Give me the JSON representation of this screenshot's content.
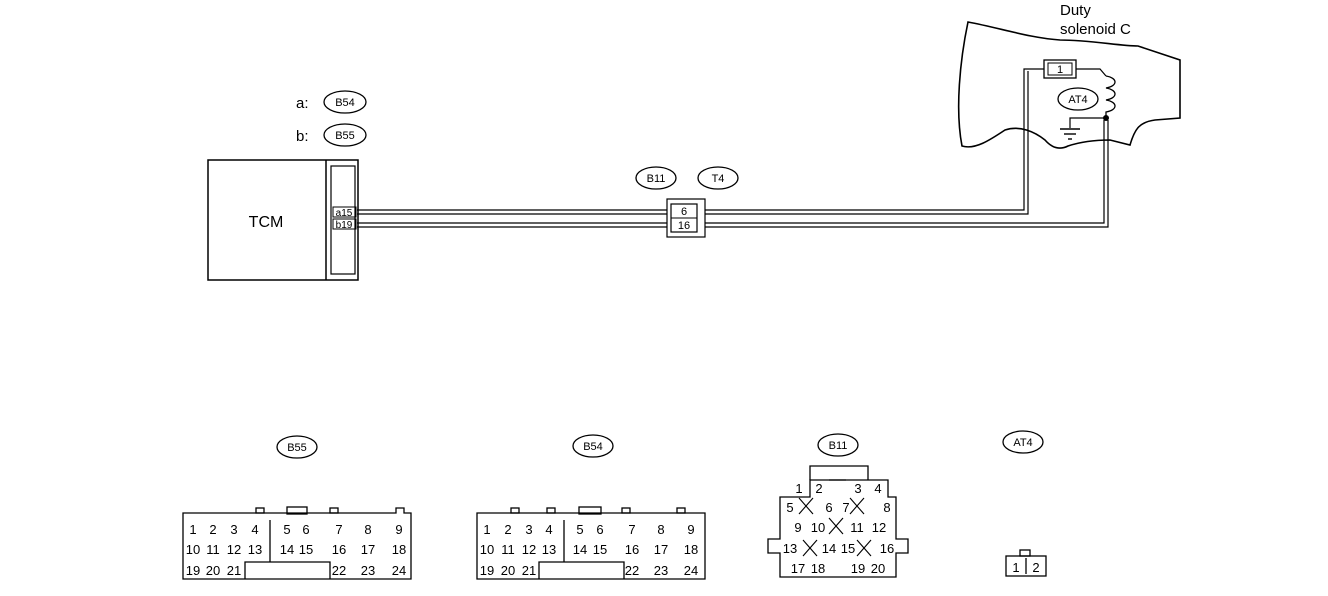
{
  "legend": {
    "a_key": "a:",
    "a_connector": "B54",
    "b_key": "b:",
    "b_connector": "B55"
  },
  "tcm": {
    "label": "TCM",
    "pin_a": "a15",
    "pin_b": "b19"
  },
  "joint": {
    "connector_1": "B11",
    "connector_2": "T4",
    "pin_top": "6",
    "pin_bottom": "16"
  },
  "solenoid": {
    "title_line1": "Duty",
    "title_line2": "solenoid C",
    "pin": "1",
    "connector": "AT4"
  },
  "connectors": {
    "b55": {
      "name": "B55",
      "row1": [
        "1",
        "2",
        "3",
        "4",
        "5",
        "6",
        "7",
        "8",
        "9"
      ],
      "row2": [
        "10",
        "11",
        "12",
        "13",
        "14",
        "15",
        "16",
        "17",
        "18"
      ],
      "row3": [
        "19",
        "20",
        "21",
        "22",
        "23",
        "24"
      ]
    },
    "b54": {
      "name": "B54",
      "row1": [
        "1",
        "2",
        "3",
        "4",
        "5",
        "6",
        "7",
        "8",
        "9"
      ],
      "row2": [
        "10",
        "11",
        "12",
        "13",
        "14",
        "15",
        "16",
        "17",
        "18"
      ],
      "row3": [
        "19",
        "20",
        "21",
        "22",
        "23",
        "24"
      ]
    },
    "b11": {
      "name": "B11",
      "row1": [
        "1",
        "2",
        "3",
        "4"
      ],
      "row2": [
        "5",
        "6",
        "7",
        "8"
      ],
      "row3": [
        "9",
        "10",
        "11",
        "12"
      ],
      "row4": [
        "13",
        "14",
        "15",
        "16"
      ],
      "row5": [
        "17",
        "18",
        "19",
        "20"
      ]
    },
    "at4": {
      "name": "AT4",
      "pins": [
        "1",
        "2"
      ]
    }
  }
}
